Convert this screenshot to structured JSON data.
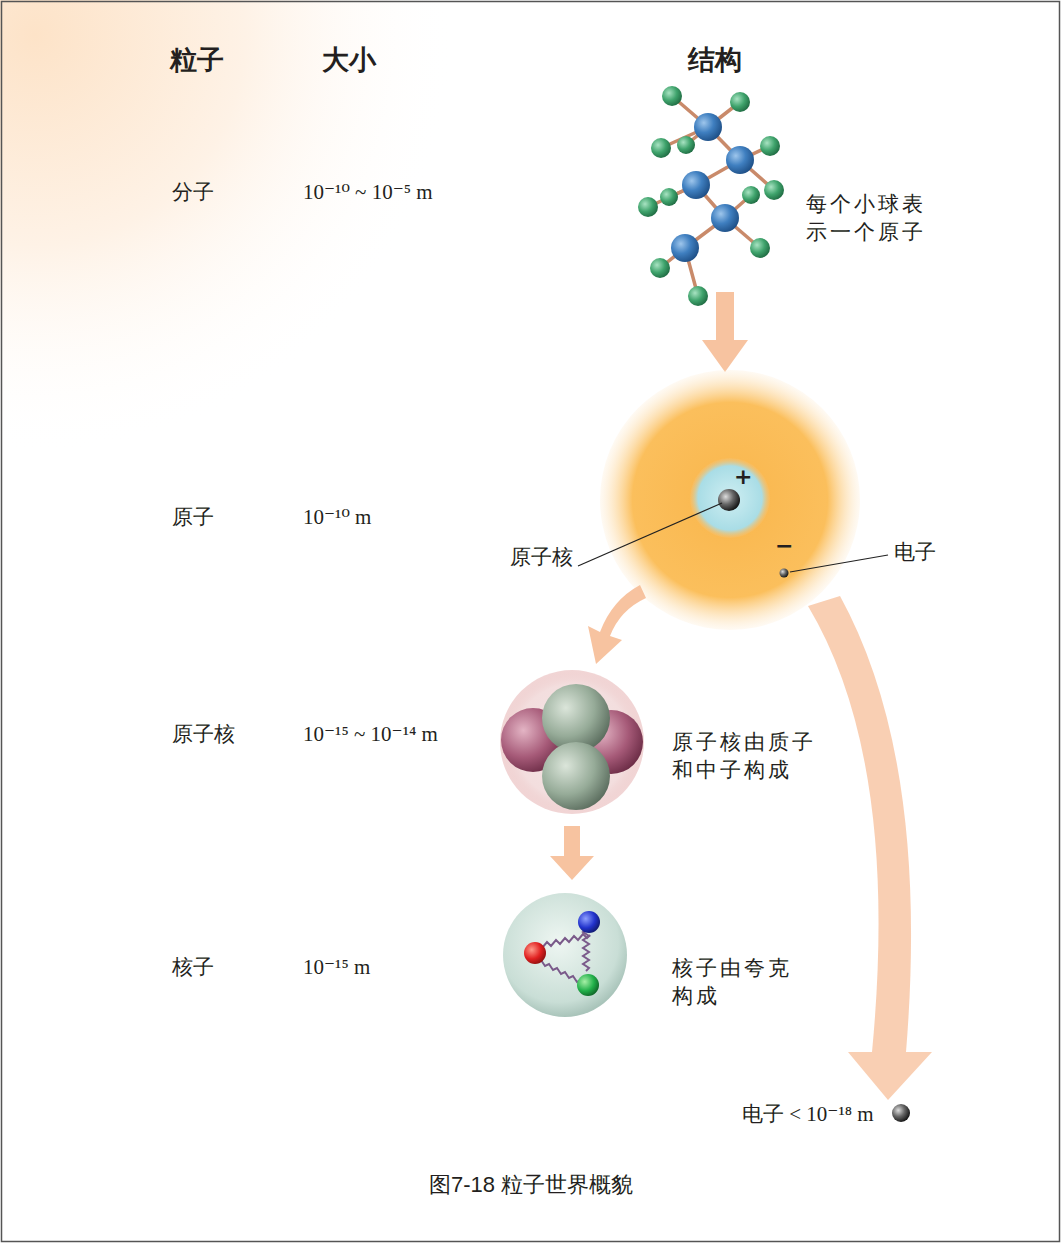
{
  "diagram": {
    "caption": "图7-18 粒子世界概貌",
    "labels": [
      "粒子",
      "大小",
      "结构",
      "分子",
      "10⁻¹⁰ ~ 10⁻⁵ m",
      "每个小球表示一个原子",
      "+",
      "原子",
      "10⁻¹⁰ m",
      "原子核",
      "−",
      "电子",
      "原子核",
      "10⁻¹⁵ ~ 10⁻¹⁴ m",
      "原子核由质子和中子构成",
      "核子",
      "10⁻¹⁵ m",
      "核子由夸克构成",
      "电子 < 10⁻¹⁸ m"
    ]
  }
}
